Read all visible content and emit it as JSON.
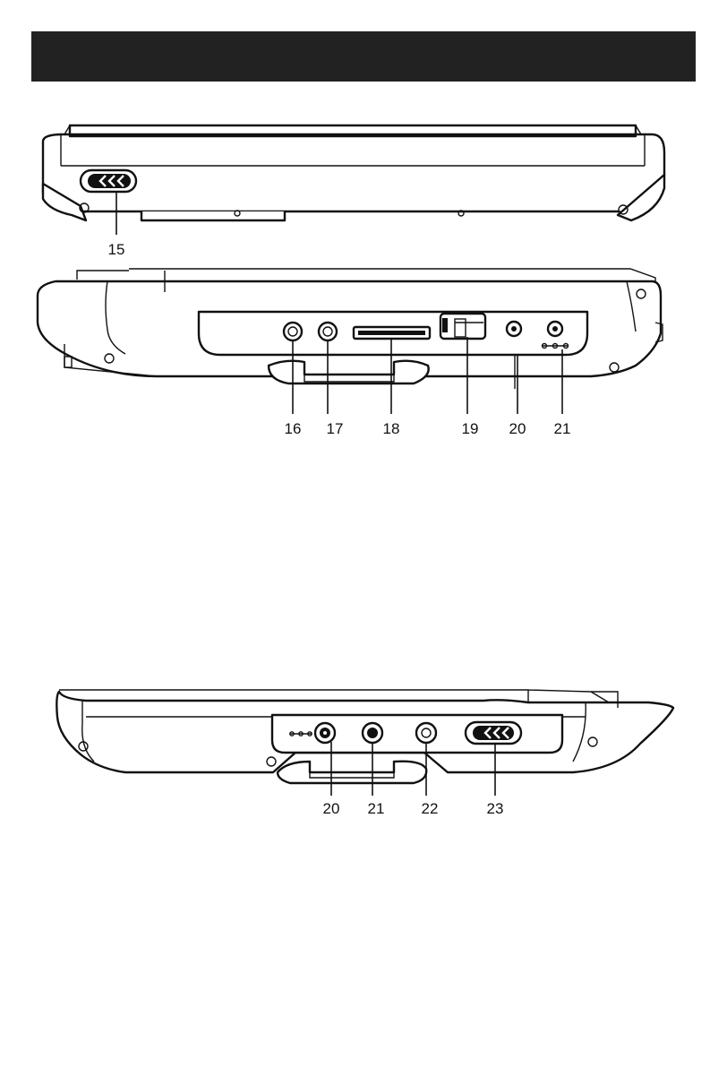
{
  "header": {
    "color": "#222222"
  },
  "views": {
    "top": {
      "callouts": [
        {
          "id": "c15",
          "label": "15"
        }
      ]
    },
    "front": {
      "callouts": [
        {
          "id": "c16",
          "label": "16"
        },
        {
          "id": "c17",
          "label": "17"
        },
        {
          "id": "c18",
          "label": "18"
        },
        {
          "id": "c19",
          "label": "19"
        },
        {
          "id": "c20",
          "label": "20"
        },
        {
          "id": "c21",
          "label": "21"
        }
      ]
    },
    "side": {
      "callouts": [
        {
          "id": "c20b",
          "label": "20"
        },
        {
          "id": "c21b",
          "label": "21"
        },
        {
          "id": "c22",
          "label": "22"
        },
        {
          "id": "c23",
          "label": "23"
        }
      ]
    }
  }
}
